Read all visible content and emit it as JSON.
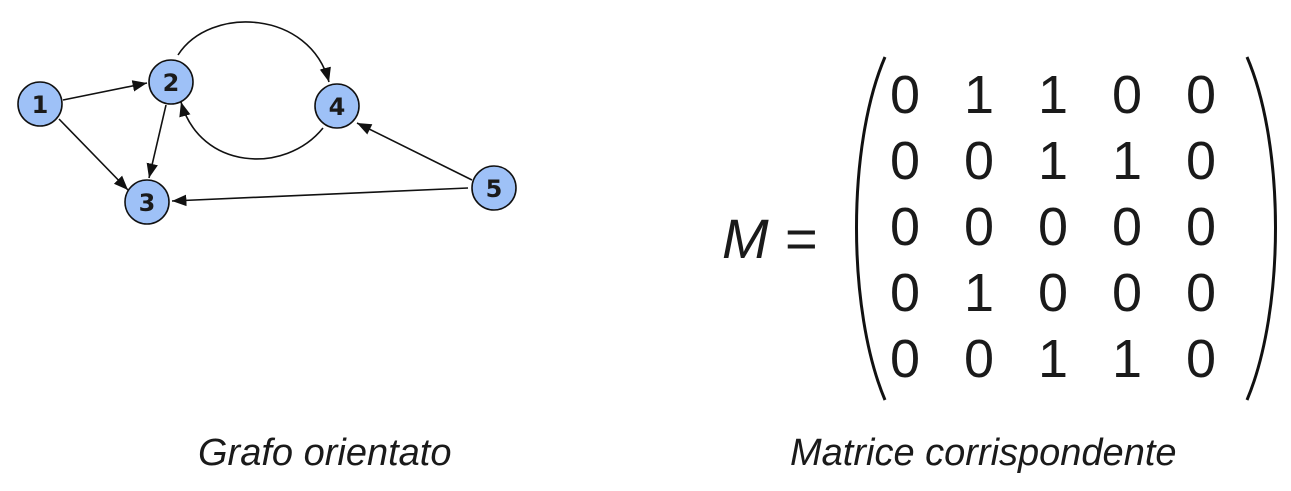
{
  "graph": {
    "caption": "Grafo orientato",
    "node_fill": "#9ec1f7",
    "nodes": [
      {
        "id": "1",
        "label": "1"
      },
      {
        "id": "2",
        "label": "2"
      },
      {
        "id": "3",
        "label": "3"
      },
      {
        "id": "4",
        "label": "4"
      },
      {
        "id": "5",
        "label": "5"
      }
    ],
    "edges": [
      {
        "from": "1",
        "to": "2"
      },
      {
        "from": "1",
        "to": "3"
      },
      {
        "from": "2",
        "to": "3"
      },
      {
        "from": "2",
        "to": "4"
      },
      {
        "from": "4",
        "to": "2"
      },
      {
        "from": "5",
        "to": "4"
      },
      {
        "from": "5",
        "to": "3"
      }
    ]
  },
  "matrix": {
    "symbol": "M",
    "equals": "=",
    "caption": "Matrice corrispondente",
    "rows": [
      [
        "0",
        "1",
        "1",
        "0",
        "0"
      ],
      [
        "0",
        "0",
        "1",
        "1",
        "0"
      ],
      [
        "0",
        "0",
        "0",
        "0",
        "0"
      ],
      [
        "0",
        "1",
        "0",
        "0",
        "0"
      ],
      [
        "0",
        "0",
        "1",
        "1",
        "0"
      ]
    ]
  }
}
